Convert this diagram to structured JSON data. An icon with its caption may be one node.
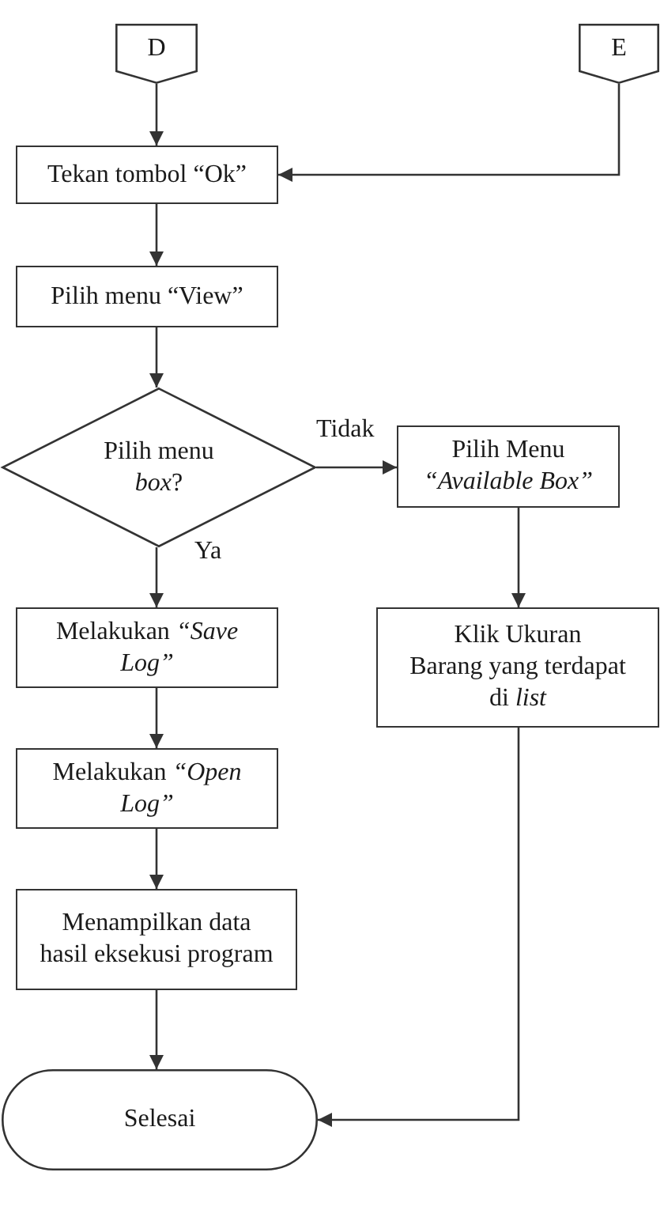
{
  "diagram": {
    "nodes": [
      {
        "text": [
          "D"
        ]
      },
      {
        "text": [
          "E"
        ]
      },
      {
        "text": [
          "Tekan tombol “Ok”"
        ]
      },
      {
        "text": [
          "Pilih menu “View”"
        ]
      },
      {
        "text": [
          "Pilih menu *box*?"
        ]
      },
      {
        "text": [
          "Pilih Menu *“Available Box”*"
        ]
      },
      {
        "text": [
          "Melakukan *“Save Log”*"
        ]
      },
      {
        "text": [
          "Klik Ukuran Barang yang terdapat di *list*"
        ]
      },
      {
        "text": [
          "Melakukan *“Open Log”*"
        ]
      },
      {
        "text": [
          "Menampilkan data hasil eksekusi program"
        ]
      },
      {
        "text": [
          "Selesai"
        ]
      }
    ],
    "edges": [
      {
        "from": 0,
        "to": 2,
        "arrow": "to"
      },
      {
        "from": 1,
        "to": 2,
        "arrow": "to"
      },
      {
        "from": 2,
        "to": 3,
        "arrow": "to"
      },
      {
        "from": 3,
        "to": 4,
        "arrow": "to"
      },
      {
        "from": 4,
        "to": 5,
        "arrow": "to",
        "label": "Tidak"
      },
      {
        "from": 4,
        "to": 6,
        "arrow": "to",
        "label": "Ya"
      },
      {
        "from": 5,
        "to": 7,
        "arrow": "to"
      },
      {
        "from": 6,
        "to": 8,
        "arrow": "to"
      },
      {
        "from": 8,
        "to": 9,
        "arrow": "to"
      },
      {
        "from": 9,
        "to": 10,
        "arrow": "to"
      },
      {
        "from": 7,
        "to": 10,
        "arrow": "to"
      }
    ]
  }
}
